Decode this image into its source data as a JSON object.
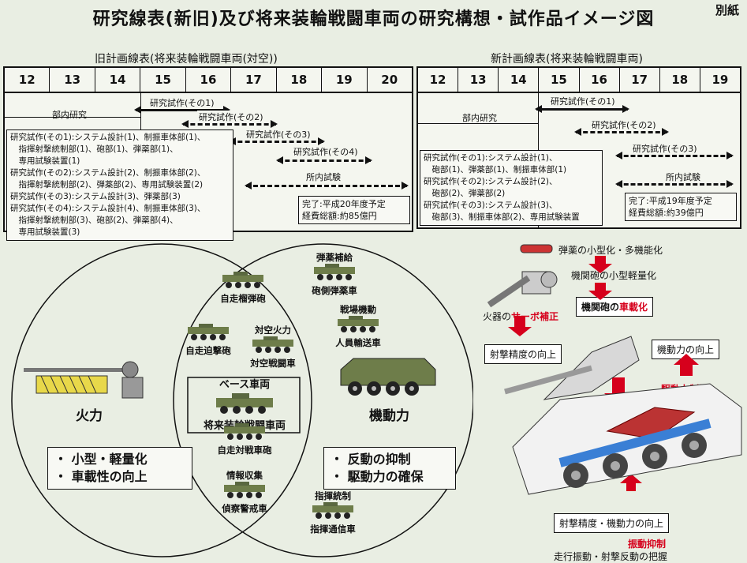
{
  "page_tag": "別紙",
  "title": "研究線表(新旧)及び将来装輪戦闘車両の研究構想・試作品イメージ図",
  "old_plan": {
    "heading": "旧計画線表(将来装輪戦闘車両(対空))",
    "years": [
      "12",
      "13",
      "14",
      "15",
      "16",
      "17",
      "18",
      "19",
      "20"
    ],
    "internal_research": "部内研究",
    "bars": [
      "研究試作(その1)",
      "研究試作(その2)",
      "研究試作(その3)",
      "研究試作(その4)",
      "所内試験"
    ],
    "notes": [
      "研究試作(その1):システム設計(1)、制振車体部(1)、",
      "　指揮射撃統制部(1)、砲部(1)、弾薬部(1)、",
      "　専用試験装置(1)",
      "研究試作(その2):システム設計(2)、制振車体部(2)、",
      "　指揮射撃統制部(2)、弾薬部(2)、専用試験装置(2)",
      "研究試作(その3):システム設計(3)、弾薬部(3)",
      "研究試作(その4):システム設計(4)、制振車体部(3)、",
      "　指揮射撃統制部(3)、砲部(2)、弾薬部(4)、",
      "　専用試験装置(3)"
    ],
    "completion": [
      "完了:平成20年度予定",
      "経費総額:約85億円"
    ]
  },
  "new_plan": {
    "heading": "新計画線表(将来装輪戦闘車両)",
    "years": [
      "12",
      "13",
      "14",
      "15",
      "16",
      "17",
      "18",
      "19"
    ],
    "internal_research": "部内研究",
    "bars": [
      "研究試作(その1)",
      "研究試作(その2)",
      "研究試作(その3)",
      "所内試験"
    ],
    "notes": [
      "研究試作(その1):システム設計(1)、",
      "　砲部(1)、弾薬部(1)、制振車体部(1)",
      "研究試作(その2):システム設計(2)、",
      "　砲部(2)、弾薬部(2)",
      "研究試作(その3):システム設計(3)、",
      "　砲部(3)、制振車体部(2)、専用試験装置"
    ],
    "completion": [
      "完了:平成19年度予定",
      "経費総額:約39億円"
    ]
  },
  "venn": {
    "firepower": "火力",
    "mobility": "機動力",
    "firepower_points": [
      "・ 小型・軽量化",
      "・ 車載性の向上"
    ],
    "mobility_points": [
      "・ 反動の抑制",
      "・ 駆動力の確保"
    ],
    "base_vehicle": "ベース車両",
    "future_vehicle": "将来装輪戦闘車両",
    "vehicles": [
      {
        "group": "",
        "name": "自走榴弾砲"
      },
      {
        "group": "",
        "name": "自走迫撃砲"
      },
      {
        "group": "対空火力",
        "name": "対空戦闘車"
      },
      {
        "group": "",
        "name": "自走対戦車砲"
      },
      {
        "group": "情報収集",
        "name": "偵察警戒車"
      },
      {
        "group": "弾薬補給",
        "name": "砲側弾薬車"
      },
      {
        "group": "戦場機動",
        "name": "人員輸送車"
      },
      {
        "group": "指揮統制",
        "name": "指揮通信車"
      }
    ]
  },
  "concept": {
    "ammo": "弾薬の小型化・多機能化",
    "gun_light": "機関砲の小型軽量化",
    "gun_mount_pre": "機関砲の",
    "gun_mount_red": "車載化",
    "servo_pre": "火器の",
    "servo_red": "サーボ補正",
    "accuracy": "射撃精度の向上",
    "mobility_up": "機動力の向上",
    "drive_control": "駆動力制御",
    "both_up": "射撃精度・機動力の向上",
    "vib_control": "振動抑制",
    "bottom": "走行振動・射撃反動の把握"
  }
}
